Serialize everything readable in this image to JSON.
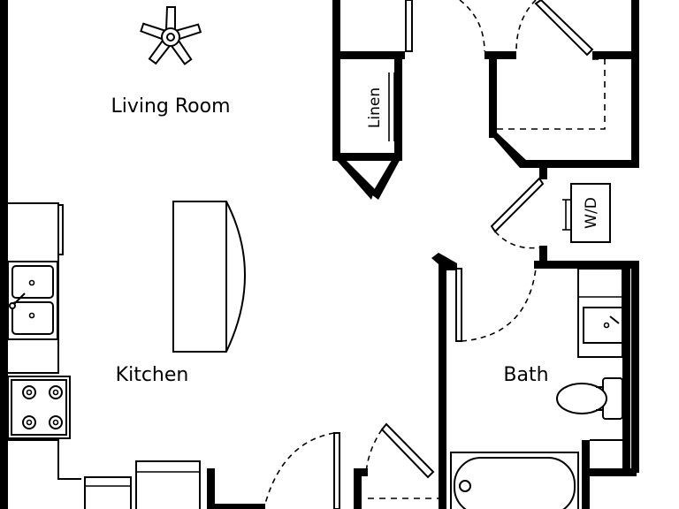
{
  "rooms": {
    "living_room": "Living Room",
    "kitchen": "Kitchen",
    "bath": "Bath",
    "linen": "Linen",
    "washer_dryer": "W/D"
  },
  "icons": [
    "ceiling-fan-icon",
    "sink-icon",
    "stove-icon",
    "toilet-icon",
    "bathtub-icon",
    "washer-dryer-icon"
  ],
  "colors": {
    "walls": "#000000",
    "background": "#ffffff"
  }
}
